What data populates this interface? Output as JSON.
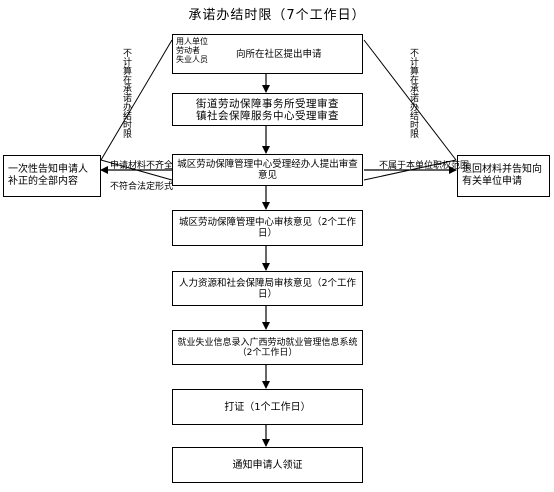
{
  "title": "承诺办结时限（7个工作日）",
  "box_1": {
    "applicants": [
      "用人单位",
      "劳动者",
      "失业人员"
    ],
    "text": "向所在社区提出申请"
  },
  "box_2": {
    "line1": "街道劳动保障事务所受理审查",
    "line2": "镇社会保障服务中心受理审查"
  },
  "box_3": {
    "text": "城区劳动保障管理中心受理经办人提出审查意见"
  },
  "box_4": {
    "text": "城区劳动保障管理中心审核意见（2个工作日）"
  },
  "box_5": {
    "text": "人力资源和社会保障局审核意见（2个工作日）"
  },
  "box_6": {
    "line1": "就业失业信息录入广西劳动就业管理信息系统",
    "line2": "（2个工作日）"
  },
  "box_7": {
    "text": "打证（1个工作日）"
  },
  "box_8": {
    "text": "通知申请人领证"
  },
  "left_box": {
    "text": "一次性告知申请人补正的全部内容"
  },
  "right_box": {
    "text": "退回材料并告知向有关单位申请"
  },
  "label_left_arrow": {
    "line1": "申请材料不齐全",
    "line2": "不符合法定形式"
  },
  "label_right_arrow": "不属于本单位职权范围",
  "label_left_vertical": "不计算在承诺办结时限",
  "label_right_vertical": "不计算在承诺办结时限"
}
